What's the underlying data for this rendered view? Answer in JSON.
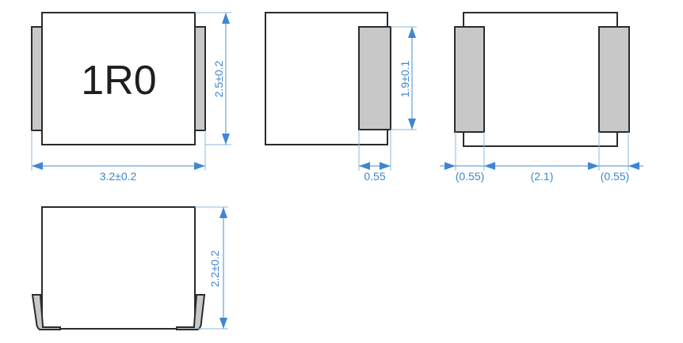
{
  "top_view": {
    "marking": "1R0",
    "dim_length": "3.2±0.2",
    "dim_width": "2.5±0.2"
  },
  "side_view_terminal": {
    "dim_terminal_height": "1.9±0.1",
    "dim_terminal_width": "0.55"
  },
  "bottom_view": {
    "dim_left_pad": "(0.55)",
    "dim_gap": "(2.1)",
    "dim_right_pad": "(0.55)"
  },
  "front_view": {
    "dim_height": "2.2±0.2"
  },
  "colors": {
    "dimension": "#3f86cf",
    "outline": "#2b2b2b",
    "terminal": "#c8c8c8"
  }
}
